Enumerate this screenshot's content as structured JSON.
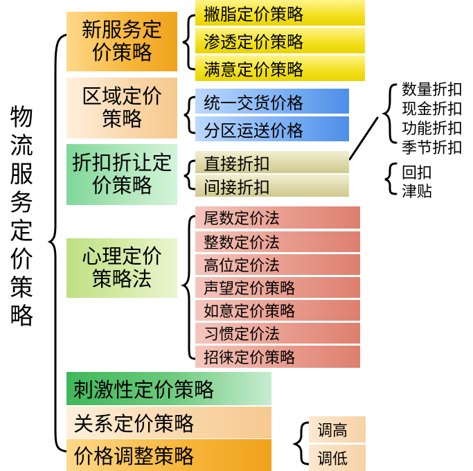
{
  "root": "物流服务定价策略",
  "cat": {
    "new_service": "新服务定价策略",
    "region": "区域定价策略",
    "discount": "折扣折让定价策略",
    "psych": "心理定价策略法",
    "stimulus": "刺激性定价策略",
    "relation": "关系定价策略",
    "adjust": "价格调整策略"
  },
  "sub": {
    "new_service": [
      "撇脂定价策略",
      "渗透定价策略",
      "满意定价策略"
    ],
    "region": [
      "统一交货价格",
      "分区运送价格"
    ],
    "discount": [
      "直接折扣",
      "间接折扣"
    ],
    "psych": [
      "尾数定价法",
      "整数定价法",
      "高位定价法",
      "声望定价策略",
      "如意定价策略",
      "习惯定价法",
      "招徕定价策略"
    ],
    "adjust": [
      "调高",
      "调低"
    ]
  },
  "direct_types": [
    "数量折扣",
    "现金折扣",
    "功能折扣",
    "季节折扣"
  ],
  "indirect_types": [
    "回扣",
    "津贴"
  ]
}
